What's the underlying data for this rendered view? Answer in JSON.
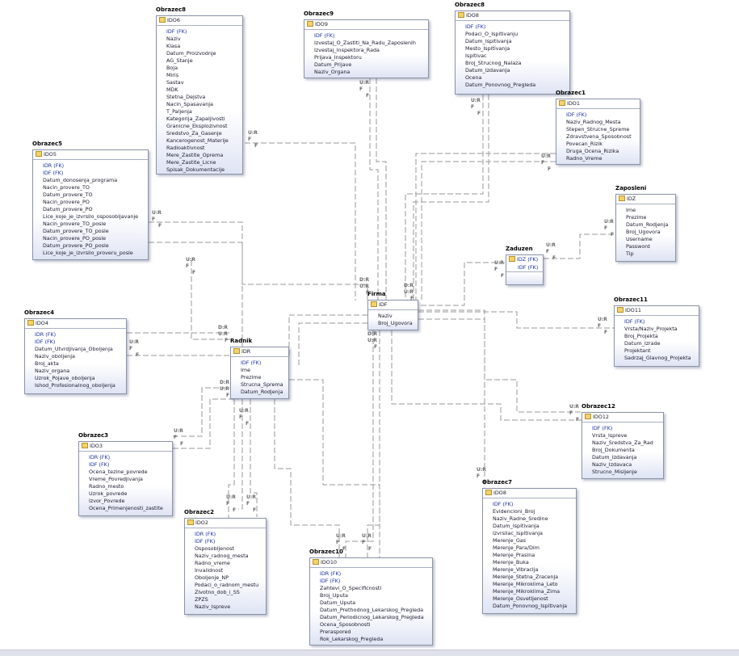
{
  "entities": [
    {
      "id": "obrazec8a",
      "title": "Obrazec8",
      "table": "IDO6",
      "keys": [
        "IDF (FK)"
      ],
      "fields": [
        "Naziv",
        "Klasa",
        "Datum_Proizvodnje",
        "AG_Stanje",
        "Boja",
        "Miris",
        "Sastav",
        "MDK",
        "Stetna_Dejstva",
        "Nacin_Spasavanja",
        "T_Paljenja",
        "Kategorija_Zapaljivosti",
        "Granicne_Eksplozivnost",
        "Sredstvo_Za_Gasenje",
        "Kancerogenost_Materije",
        "Radioaktivnost",
        "Mere_Zastite_Oprema",
        "Mere_Zastite_Licne",
        "Spisak_Dokumentacije"
      ]
    },
    {
      "id": "obrazec9",
      "title": "Obrazec9",
      "table": "IDO9",
      "keys": [
        "IDF (FK)"
      ],
      "fields": [
        "Izvestaj_O_Zastiti_Na_Radu_Zaposlenih",
        "Izvestaj_Inspektora_Rada",
        "Prijava_Inspektoru",
        "Datum_Prijave",
        "Naziv_Organa"
      ]
    },
    {
      "id": "obrazec8b",
      "title": "Obrazec8",
      "table": "IDO8",
      "keys": [
        "IDF (FK)"
      ],
      "fields": [
        "Podaci_O_Ispitivanju",
        "Datum_Ispitivanja",
        "Mesto_Ispitivanja",
        "Ispitivac",
        "Broj_Strucnog_Nalaza",
        "Datum_Izdavanja",
        "Ocena",
        "Datum_Ponovnog_Pregleda"
      ]
    },
    {
      "id": "obrazec1",
      "title": "Obrazec1",
      "table": "IDO1",
      "keys": [
        "IDF (FK)"
      ],
      "fields": [
        "Naziv_Radnog_Mesta",
        "Stepen_Strucne_Spreme",
        "Zdravstvena_Sposobnost",
        "Povecan_Rizik",
        "Druga_Ocena_Rizika",
        "Radno_Vreme"
      ]
    },
    {
      "id": "obrazec5",
      "title": "Obrazec5",
      "table": "IDO5",
      "keys": [
        "IDR (FK)",
        "IDF (FK)"
      ],
      "fields": [
        "Datum_donosenja_programa",
        "Nacin_provere_TO",
        "Datum_provere_TO",
        "Nacin_provere_PO",
        "Datum_provere_PO",
        "Lice_koje_je_izvrsilo_osposobljavanje",
        "Nacin_provere_TO_posle",
        "Datum_provere_TO_posle",
        "Nacin_provere_PO_posle",
        "Datum_provere_PO_posle",
        "Lice_koje_je_izvrsilo_proveru_posle"
      ]
    },
    {
      "id": "zaposleni",
      "title": "Zaposleni",
      "table": "IDZ",
      "keys": [],
      "fields": [
        "Ime",
        "Prezime",
        "Datum_Rodjenja",
        "Broj_Ugovora",
        "Username",
        "Password",
        "Tip"
      ]
    },
    {
      "id": "zaduzen",
      "title": "Zaduzen",
      "table": "",
      "keys": [],
      "head_keys": [
        "IDZ (FK)",
        "IDF (FK)"
      ],
      "fields": []
    },
    {
      "id": "firma",
      "title": "Firma",
      "table": "IDF",
      "keys": [],
      "fields": [
        "Naziv",
        "Broj_Ugovora"
      ]
    },
    {
      "id": "obrazec11",
      "title": "Obrazec11",
      "table": "IDO11",
      "keys": [
        "IDF (FK)"
      ],
      "fields": [
        "Vrsta/Naziv_Projekta",
        "Broj_Projekta",
        "Datum_Izrade",
        "Projektant",
        "Sadrzaj_Glavnog_Projekta"
      ]
    },
    {
      "id": "obrazec4",
      "title": "Obrazec4",
      "table": "IDO4",
      "keys": [
        "IDR (FK)",
        "IDF (FK)"
      ],
      "fields": [
        "Datum_Utvrdjivanja_Oboljenja",
        "Naziv_oboljenja",
        "Broj_akta",
        "Naziv_organa",
        "Uzrok_Pojave_oboljenja",
        "Ishod_Profesionalnog_oboljenja"
      ]
    },
    {
      "id": "radnik",
      "title": "Radnik",
      "table": "IDR",
      "keys": [
        "IDF (FK)"
      ],
      "fields": [
        "Ime",
        "Prezime",
        "Strucna_Sprema",
        "Datum_Rodjenja"
      ]
    },
    {
      "id": "obrazec12",
      "title": "Obrazec12",
      "table": "IDO12",
      "keys": [
        "IDF (FK)"
      ],
      "fields": [
        "Vrsta_Ispreve",
        "Naziv_Sredstva_Za_Rad",
        "Broj_Dokumenta",
        "Datum_Izdavanja",
        "Naziv_Izdavaca",
        "Strucno_Misljenje"
      ]
    },
    {
      "id": "obrazec3",
      "title": "Obrazec3",
      "table": "IDO3",
      "keys": [
        "IDR (FK)",
        "IDF (FK)"
      ],
      "fields": [
        "Ocena_tezine_povrede",
        "Vreme_Povredjivanja",
        "Radno_mesto",
        "Uzrok_povrede",
        "Izvor_Povrede",
        "Ocena_Primenjenosti_zastite"
      ]
    },
    {
      "id": "obrazec7",
      "title": "Obrazec7",
      "table": "IDO8",
      "keys": [
        "IDF (FK)"
      ],
      "fields": [
        "Evidencioni_Broj",
        "Naziv_Radne_Sredine",
        "Datum_Ispitivanja",
        "Izvrsilac_Ispitivanja",
        "Merenje_Gas",
        "Merenje_Para/Dim",
        "Merenje_Prasina",
        "Merenje_Buka",
        "Merenje_Vibracija",
        "Merenje_Stetna_Zracenja",
        "Merenje_Mikroklima_Leto",
        "Merenje_Mikroklima_Zima",
        "Merenje_Osvetljenost",
        "Datum_Ponovnog_Ispitivanja"
      ]
    },
    {
      "id": "obrazec2",
      "title": "Obrazec2",
      "table": "IDO2",
      "keys": [
        "IDR (FK)",
        "IDF (FK)"
      ],
      "fields": [
        "Osposobljenost",
        "Naziv_radnog_mesta",
        "Radno_vreme",
        "Invalidnost",
        "Oboljenje_NP",
        "Podaci_o_radnom_mestu",
        "Zivotno_dob_i_SS",
        "ZPZS",
        "Naziv_Ispreve"
      ]
    },
    {
      "id": "obrazec10",
      "title": "Obrazec10",
      "table": "IDO10",
      "keys": [
        "IDR (FK)",
        "IDF (FK)"
      ],
      "fields": [
        "Zahtevi_O_Specificnosti",
        "Broj_Uputa",
        "Datum_Uputa",
        "Datum_Prethodnog_Lekarskog_Pregleda",
        "Datum_Periodicnog_Lekarskog_Pregleda",
        "Ocena_Sposobnosti",
        "Preraspored",
        "Rok_Lekarskog_Pregleda"
      ]
    }
  ],
  "relationship_labels": [
    "I:R",
    "U:R",
    "D:R",
    "U:R",
    "D:R",
    "U:R",
    "F"
  ]
}
